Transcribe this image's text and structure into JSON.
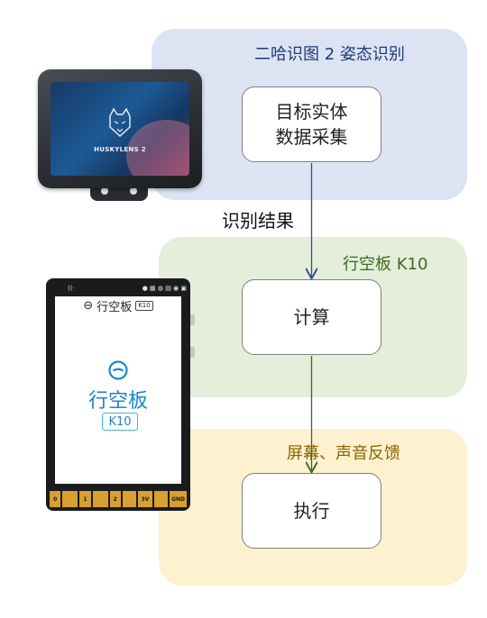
{
  "panels": {
    "recognition": {
      "title": "二哈识图 2 姿态识别",
      "color": "#dce4f4"
    },
    "board": {
      "title": "行空板 K10",
      "color": "#e4eedb"
    },
    "feedback": {
      "title": "屏幕、声音反馈",
      "color": "#fdf1cf"
    }
  },
  "steps": {
    "collect": {
      "line1": "目标实体",
      "line2": "数据采集"
    },
    "compute": {
      "label": "计算"
    },
    "execute": {
      "label": "执行"
    }
  },
  "edges": {
    "collect_to_compute": {
      "label": "识别结果"
    }
  },
  "devices": {
    "husky": {
      "brand": "HUSKYLENS 2"
    },
    "k10": {
      "header_name": "行空板",
      "header_tag": "K10",
      "screen_name": "行空板",
      "screen_tag": "K10",
      "pins": [
        "0",
        "1",
        "2",
        "3V",
        "GND"
      ]
    }
  }
}
